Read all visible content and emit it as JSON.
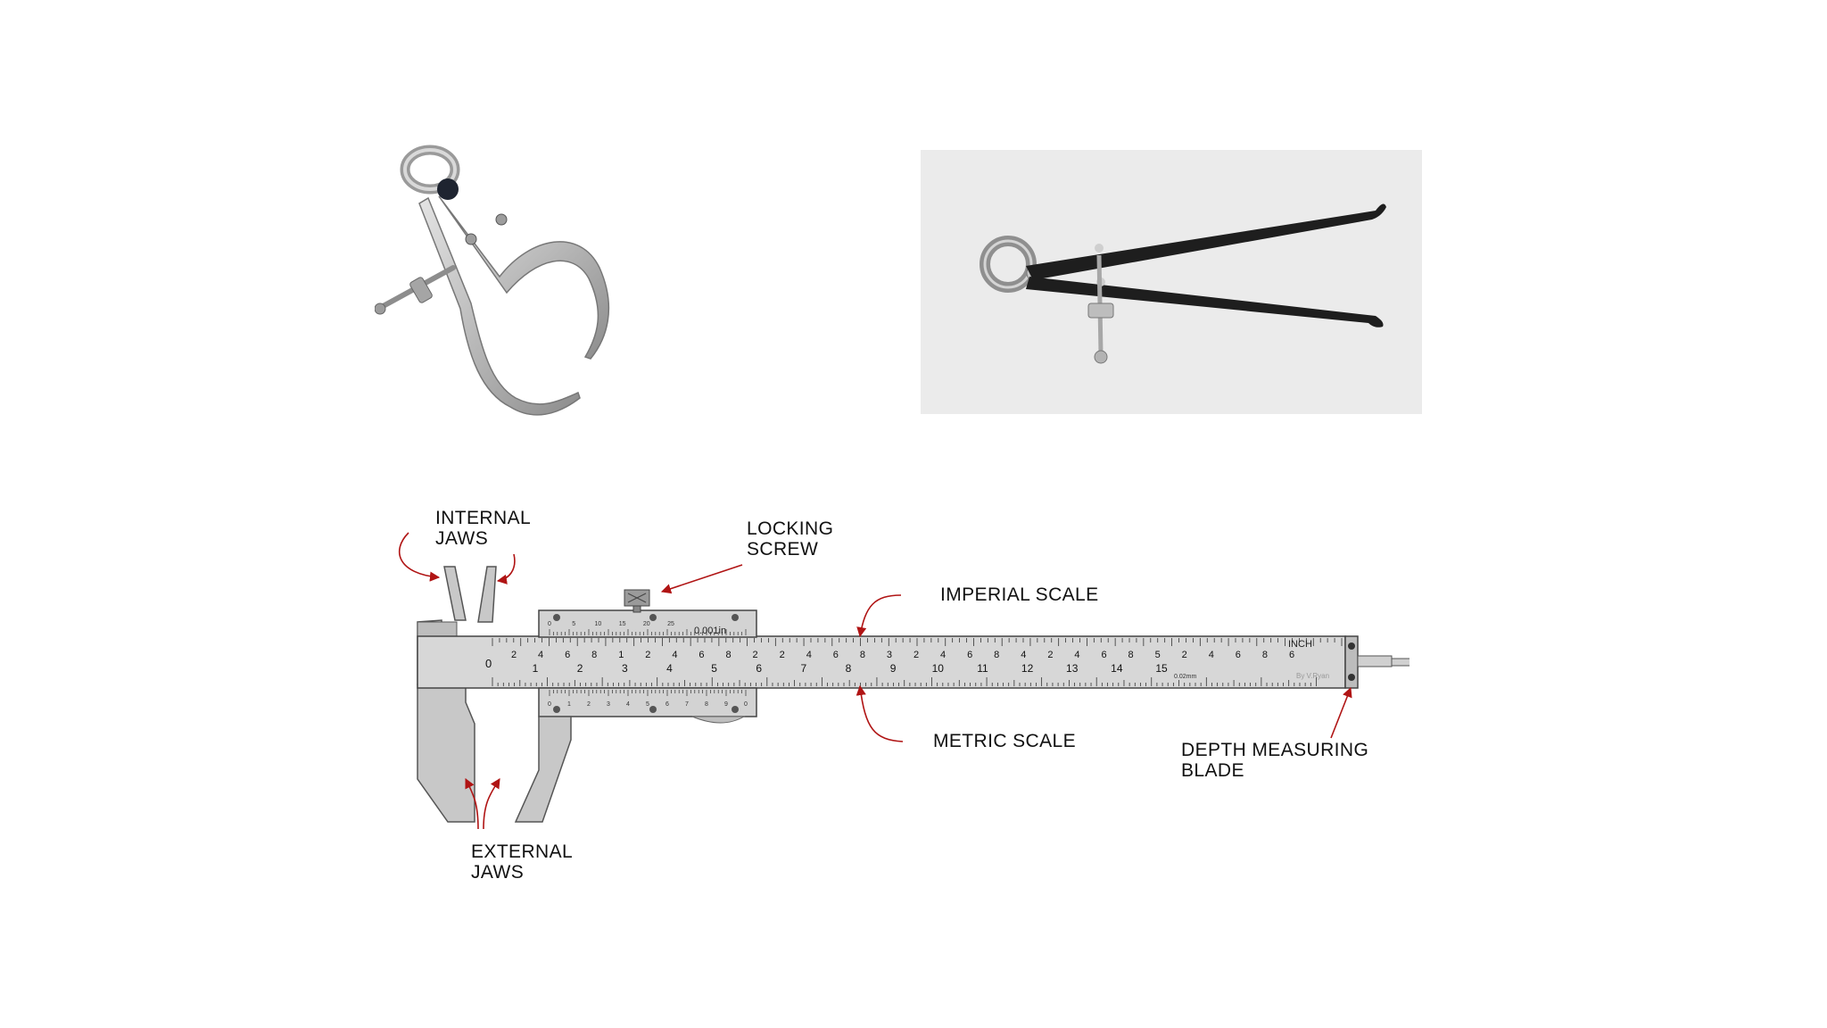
{
  "labels": {
    "internal_jaws": "INTERNAL\nJAWS",
    "locking_screw": "LOCKING\nSCREW",
    "imperial_scale": "IMPERIAL SCALE",
    "metric_scale": "METRIC SCALE",
    "depth_blade": "DEPTH MEASURING\nBLADE",
    "external_jaws": "EXTERNAL\nJAWS"
  },
  "scale_text": {
    "vernier_unit": "0.001in",
    "inch_label": "INCH",
    "metric_vernier_unit": "0.02mm",
    "credit": "By V.Ryan",
    "zero": "0"
  },
  "imperial_numbers": [
    "2",
    "4",
    "6",
    "8",
    "1",
    "2",
    "4",
    "6",
    "8",
    "2",
    "2",
    "4",
    "6",
    "8",
    "3",
    "2",
    "4",
    "6",
    "8",
    "4",
    "2",
    "4",
    "6",
    "8",
    "5",
    "2",
    "4",
    "6",
    "8",
    "6"
  ],
  "metric_numbers": [
    "1",
    "2",
    "3",
    "4",
    "5",
    "6",
    "7",
    "8",
    "9",
    "10",
    "11",
    "12",
    "13",
    "14",
    "15"
  ],
  "vernier_top_numbers": [
    "0",
    "5",
    "10",
    "15",
    "20",
    "25"
  ],
  "vernier_bottom_numbers": [
    "0",
    "1",
    "2",
    "3",
    "4",
    "5",
    "6",
    "7",
    "8",
    "9",
    "0"
  ],
  "colors": {
    "arrow": "#b01414",
    "steel": "#c8c8c8",
    "steel_dark": "#8a8a8a",
    "inside_caliper_body": "#1e1e1e"
  }
}
